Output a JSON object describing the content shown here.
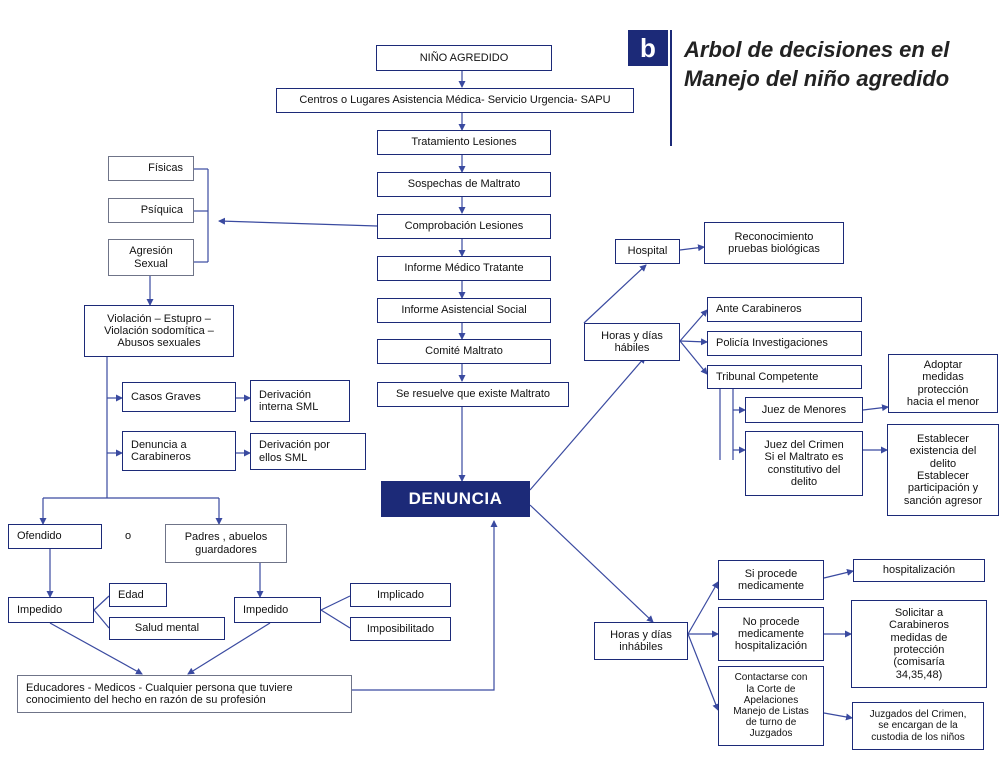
{
  "header": {
    "badge": "b",
    "title": "Arbol de decisiones en el\nManejo del niño agredido"
  },
  "nodes": {
    "nino_agredido": "NIÑO AGREDIDO",
    "centros": "Centros o Lugares Asistencia Médica- Servicio Urgencia- SAPU",
    "tratamiento": "Tratamiento Lesiones",
    "sospechas": "Sospechas de Maltrato",
    "comprobacion": "Comprobación Lesiones",
    "informe_medico": "Informe Médico Tratante",
    "informe_asistencial": "Informe Asistencial Social",
    "comite": "Comité Maltrato",
    "se_resuelve": "Se resuelve que existe Maltrato",
    "denuncia": "DENUNCIA",
    "fisicas": "Físicas",
    "psiquica": "Psíquica",
    "agresion": "Agresión\nSexual",
    "violacion": "Violación – Estupro –\nViolación sodomítica –\nAbusos sexuales",
    "casos_graves": "Casos Graves",
    "derivacion_interna": "Derivación\ninterna SML",
    "denuncia_carabineros": "Denuncia a\nCarabineros",
    "derivacion_ellos": "Derivación por\nellos SML",
    "ofendido": "Ofendido",
    "o": "o",
    "padres": "Padres , abuelos\nguardadores",
    "impedido_1": "Impedido",
    "edad": "Edad",
    "salud_mental": "Salud mental",
    "impedido_2": "Impedido",
    "implicado": "Implicado",
    "imposibilitado": "Imposibilitado",
    "educadores": "Educadores  -  Medicos  - Cualquier persona que tuviere\nconocimiento del hecho en razón de su profesión",
    "hospital": "Hospital",
    "reconocimiento": "Reconocimiento\npruebas biológicas",
    "horas_habiles": "Horas y días\nhábiles",
    "ante_carabineros": "Ante Carabineros",
    "policia": "Policía Investigaciones",
    "tribunal": "Tribunal Competente",
    "juez_menores": "Juez de Menores",
    "adoptar": "Adoptar\nmedidas\nprotección\nhacia el menor",
    "juez_crimen": "Juez del Crimen\nSi el Maltrato es\nconstitutivo del\ndelito",
    "establecer": "Establecer\nexistencia del\ndelito\nEstablecer\nparticipación y\nsanción agresor",
    "horas_inhabiles": "Horas y días\ninhábiles",
    "si_procede": "Si procede\nmedicamente",
    "hospitalizacion": "hospitalización",
    "no_procede": "No procede\nmedicamente\nhospitalización",
    "solicitar": "Solicitar a\nCarabineros\nmedidas de\nprotección\n(comisaría\n34,35,48)",
    "contactarse": "Contactarse con\nla Corte de\nApelaciones\nManejo de Listas\nde turno de\nJuzgados",
    "juzgados": "Juzgados del Crimen,\nse encargan de la\ncustodia de los niños"
  }
}
